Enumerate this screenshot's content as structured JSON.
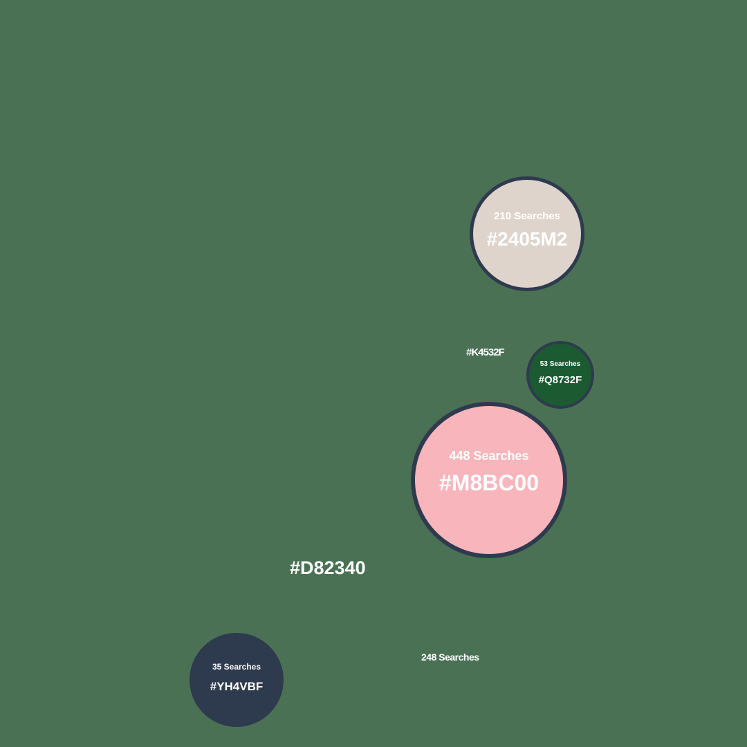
{
  "background_color": "#4a7154",
  "bubbles": [
    {
      "hashtag": "#2405M2",
      "searches_label": "210 Searches",
      "fill": "#ded4cc",
      "border": "#2e3a4e",
      "text_color": "#ffffff"
    },
    {
      "hashtag": "#Q8732F",
      "searches_label": "53 Searches",
      "fill": "#1c5a32",
      "border": "#2e3a4e",
      "text_color": "#ffffff"
    },
    {
      "hashtag": "#M8BC00",
      "searches_label": "448 Searches",
      "fill": "#f8b6bc",
      "border": "#2e3a4e",
      "text_color": "#ffffff"
    },
    {
      "hashtag": "#YH4VBF",
      "searches_label": "35 Searches",
      "fill": "#2e3a4d",
      "border": "#2e3a4d",
      "text_color": "#ffffff"
    }
  ],
  "floating_labels": [
    {
      "text": "#K4532F"
    },
    {
      "text": "#D82340"
    },
    {
      "text": "248 Searches"
    }
  ],
  "chart_data": {
    "type": "bubble",
    "title": "",
    "xlabel": "",
    "ylabel": "",
    "legend_position": "none",
    "grid": false,
    "points": [
      {
        "label": "#2405M2",
        "searches": 210
      },
      {
        "label": "#Q8732F",
        "searches": 53
      },
      {
        "label": "#M8BC00",
        "searches": 448
      },
      {
        "label": "#YH4VBF",
        "searches": 35
      }
    ],
    "unpaired_labels": [
      "#K4532F",
      "#D82340",
      "248 Searches"
    ]
  }
}
